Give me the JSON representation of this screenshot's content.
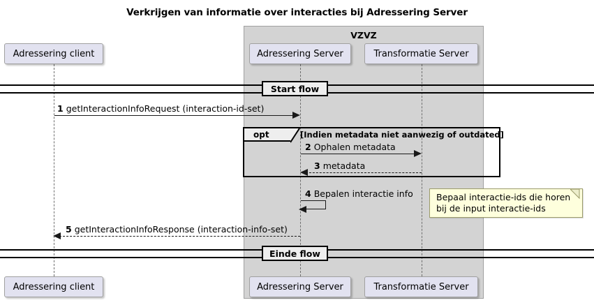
{
  "title": "Verkrijgen van informatie over interacties bij Adressering Server",
  "group": {
    "label": "VZVZ"
  },
  "participants": [
    {
      "id": "client",
      "label": "Adressering client"
    },
    {
      "id": "adressering-server",
      "label": "Adressering Server"
    },
    {
      "id": "transformatie-server",
      "label": "Transformatie Server"
    }
  ],
  "dividers": [
    {
      "id": "start",
      "label": "Start flow"
    },
    {
      "id": "einde",
      "label": "Einde flow"
    }
  ],
  "fragment": {
    "type": "opt",
    "guard": "[Indien metadata niet aanwezig of outdated]"
  },
  "messages": [
    {
      "seq": "1",
      "text": "getInteractionInfoRequest (interaction-id-set)",
      "from": "client",
      "to": "adressering-server",
      "style": "solid",
      "direction": "right"
    },
    {
      "seq": "2",
      "text": "Ophalen metadata",
      "from": "adressering-server",
      "to": "transformatie-server",
      "style": "solid",
      "direction": "right"
    },
    {
      "seq": "3",
      "text": "metadata",
      "from": "transformatie-server",
      "to": "adressering-server",
      "style": "dashed",
      "direction": "left"
    },
    {
      "seq": "4",
      "text": "Bepalen interactie info",
      "from": "adressering-server",
      "to": "adressering-server",
      "style": "solid",
      "direction": "self"
    },
    {
      "seq": "5",
      "text": "getInteractionInfoResponse (interaction-info-set)",
      "from": "adressering-server",
      "to": "client",
      "style": "dashed",
      "direction": "left"
    }
  ],
  "notes": [
    {
      "id": "note-bepaal",
      "line1": "Bepaal interactie-ids die horen",
      "line2": "bij de input interactie-ids"
    }
  ],
  "colors": {
    "participant_fill": "#E2E2F0",
    "group_fill": "#D3D3D3",
    "note_fill": "#FEFFDD",
    "divider_fill": "#EEEEEE",
    "line": "#1A1A1A"
  }
}
